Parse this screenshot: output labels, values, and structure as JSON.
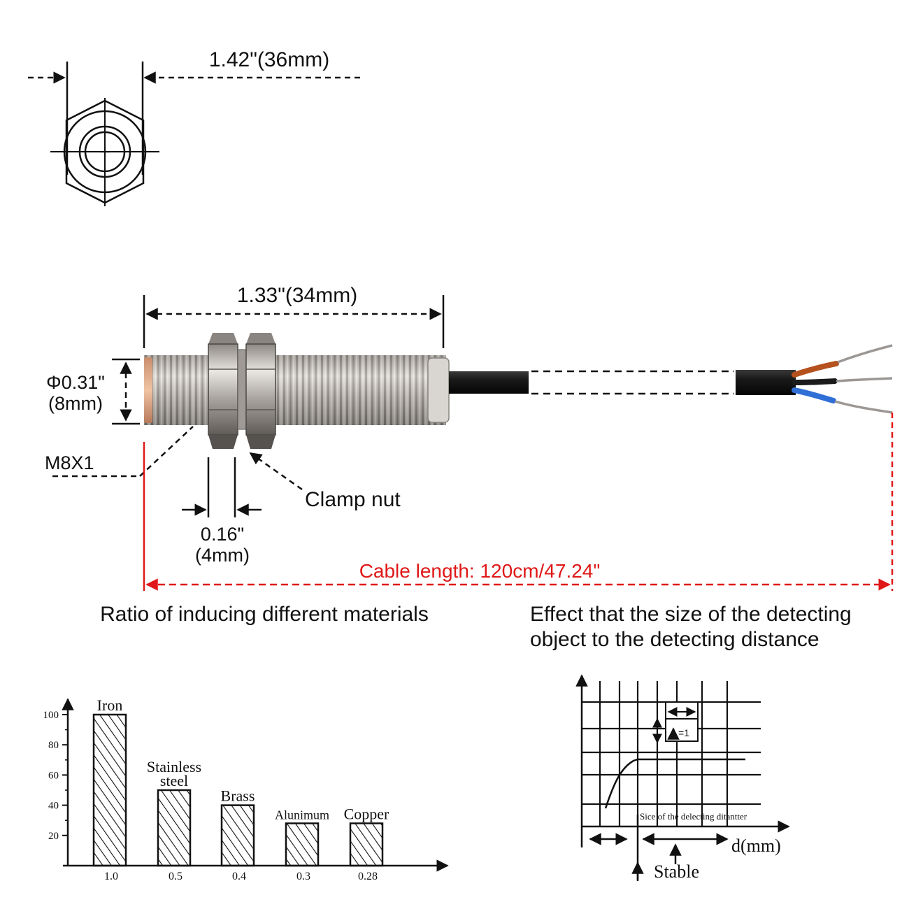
{
  "top_view": {
    "width_label": "1.42\"(36mm)"
  },
  "side_view": {
    "length_label": "1.33\"(34mm)",
    "diameter_label_line1": "Φ0.31\"",
    "diameter_label_line2": "(8mm)",
    "thread_label": "M8X1",
    "nut_label": "Clamp nut",
    "nut_width_line1": "0.16\"",
    "nut_width_line2": "(4mm)",
    "cable_length_label": "Cable length: 120cm/47.24\""
  },
  "colors": {
    "cable_dim": "#e01818",
    "wire_brown": "#b5511e",
    "wire_blue": "#2f6fd6",
    "metal": "#b9b4ae",
    "sensor_face": "#d9a080"
  },
  "materials_chart": {
    "caption": "Ratio of inducing different materials",
    "chart_data": {
      "type": "bar",
      "categories": [
        "Iron",
        "Stainless steel",
        "Brass",
        "Alunimum",
        "Copper"
      ],
      "category_label_lines": [
        [
          "Iron"
        ],
        [
          "Stainless",
          "steel"
        ],
        [
          "Brass"
        ],
        [
          "Alunimum"
        ],
        [
          "Copper"
        ]
      ],
      "x_tick_labels": [
        "1.0",
        "0.5",
        "0.4",
        "0.3",
        "0.28"
      ],
      "values": [
        100,
        50,
        40,
        28,
        28
      ],
      "yticks": [
        "20",
        "40",
        "60",
        "80",
        "100"
      ],
      "ylim": [
        0,
        110
      ],
      "grid": false
    }
  },
  "size_effect_chart": {
    "caption_line1": "Effect that the size of the detecting",
    "caption_line2": "object to the detecting distance",
    "inset_label": "=1",
    "curve_label": "Sice of the delecting ditantter",
    "x_axis_label": "d(mm)",
    "stable_label": "Stable"
  }
}
